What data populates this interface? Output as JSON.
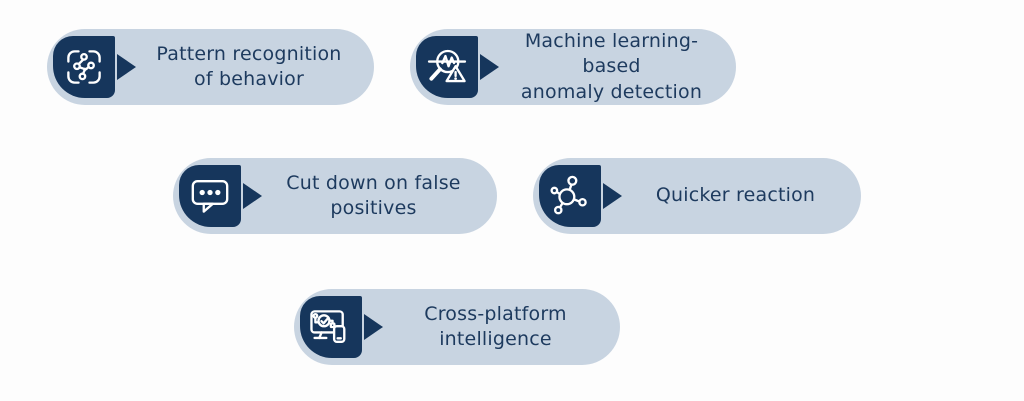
{
  "colors": {
    "page_bg": "#fdfdfd",
    "pill_bg": "#c8d4e1",
    "navy": "#16365c",
    "text": "#1d3a5e",
    "icon_stroke": "#ffffff"
  },
  "cards": [
    {
      "icon": "pattern-recognition-icon",
      "label": "Pattern recognition\nof behavior"
    },
    {
      "icon": "anomaly-detection-icon",
      "label": "Machine learning-based\nanomaly detection"
    },
    {
      "icon": "false-positives-icon",
      "label": "Cut down on false\npositives"
    },
    {
      "icon": "quicker-reaction-icon",
      "label": "Quicker reaction"
    },
    {
      "icon": "cross-platform-icon",
      "label": "Cross-platform\nintelligence"
    }
  ]
}
